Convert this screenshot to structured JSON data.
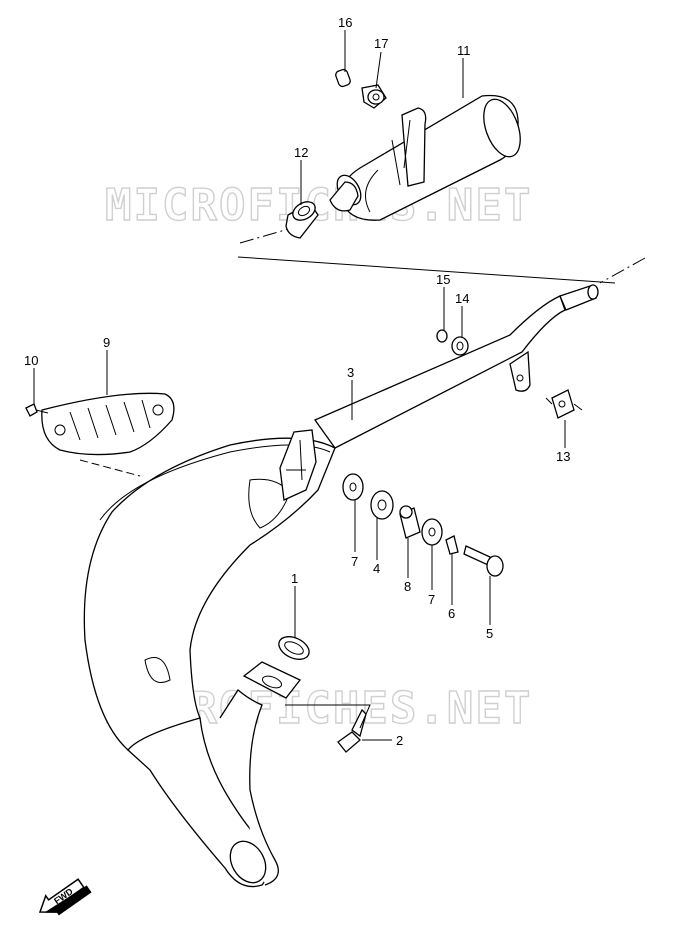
{
  "watermark": {
    "text_top": "MICROFICHES.NET",
    "text_bottom": "MICROFICHES.NET"
  },
  "callouts": {
    "c1": "1",
    "c2": "2",
    "c3": "3",
    "c4": "4",
    "c5": "5",
    "c6": "6",
    "c7a": "7",
    "c7b": "7",
    "c8": "8",
    "c9": "9",
    "c10": "10",
    "c11": "11",
    "c12": "12",
    "c13": "13",
    "c14": "14",
    "c15": "15",
    "c16": "16",
    "c17": "17"
  },
  "fwd_badge": {
    "text": "FWD"
  }
}
